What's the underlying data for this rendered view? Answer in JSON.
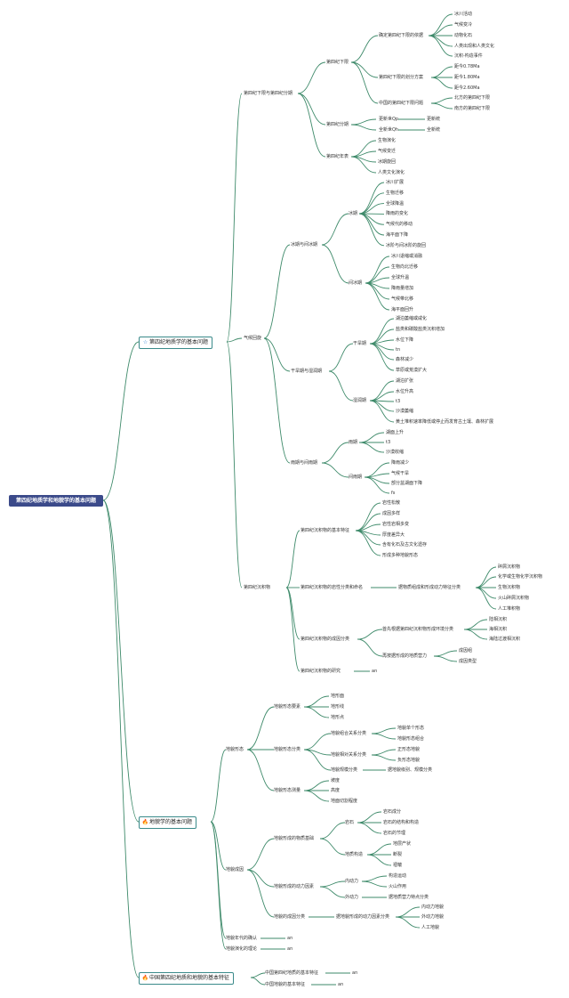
{
  "root": "第四纪地质学和地貌学的基本问题",
  "l1_quaternary": {
    "label": "第四纪地质学的基本问题",
    "icon": "star-icon"
  },
  "l1_geomorph": {
    "label": "地貌学的基本问题",
    "icon": "fire-icon"
  },
  "l1_china": {
    "label": "中国第四纪地质和地貌的基本特征",
    "icon": "fire-icon"
  },
  "q1": {
    "label": "第四纪下限与第四纪分期",
    "lower": {
      "label": "第四纪下限",
      "basis": {
        "label": "确定第四纪下限的依据",
        "items": [
          "冰川活动",
          "气候变冷",
          "动物化石",
          "人类出现和人类文化",
          "沉积-构造事件"
        ]
      },
      "schemes": {
        "label": "第四纪下限的划分方案",
        "items": [
          "距今0.78Ma",
          "距今1.80Ma",
          "距今2.60Ma"
        ]
      },
      "china": {
        "label": "中国的第四纪下限问题",
        "items": [
          "北方的第四纪下限",
          "南方的第四纪下限"
        ]
      }
    },
    "staging": {
      "label": "第四纪分期",
      "items": [
        {
          "a": "更新世Qp",
          "b": "更新统"
        },
        {
          "a": "全新世Qh",
          "b": "全新统"
        }
      ]
    },
    "chron": {
      "label": "第四纪年表",
      "items": [
        "生物演化",
        "气候变迁",
        "冰期旋回",
        "人类文化演化"
      ]
    }
  },
  "q2": {
    "label": "气候回旋",
    "glacial": {
      "label": "冰期与间冰期",
      "ice": {
        "label": "冰期",
        "items": [
          "冰川扩展",
          "生物迁移",
          "全球降温",
          "降雨的变化",
          "气候代的移动",
          "海平面下降",
          "冰阶与间冰阶的旋回"
        ]
      },
      "inter": {
        "label": "间冰期",
        "items": [
          "冰川退缩或消融",
          "生物向北迁移",
          "全球升温",
          "降雨量增加",
          "气候带北移",
          "海平面回升"
        ]
      }
    },
    "dry": {
      "label": "干旱期与湿润期",
      "arid": {
        "label": "干旱期",
        "items": [
          "湖泊萎缩或咸化",
          "盐类和碳酸盐类沉积增加",
          "水位下降",
          "tn",
          "森林减少",
          "草原或荒漠扩大"
        ]
      },
      "humid": {
        "label": "湿润期",
        "items": [
          "湖泊扩张",
          "水位升高",
          "t3",
          "沙漠萎缩",
          "黄土堆积速率降低或停止而发育古土壤、森林扩展"
        ]
      }
    },
    "rain": {
      "label": "雨期与间雨期",
      "rainy": {
        "label": "雨期",
        "items": [
          "湖面上升",
          "t3",
          "沙漠收缩"
        ]
      },
      "interrain": {
        "label": "间雨期",
        "items": [
          "降雨减少",
          "气候干旱",
          "部分盆湖面下降",
          "fs"
        ]
      }
    }
  },
  "q3": {
    "label": "第四纪沉积物",
    "basic": {
      "label": "第四纪沉积物的基本特征",
      "items": [
        "岩性松散",
        "成因多样",
        "岩性岩相多变",
        "厚度差异大",
        "含有化石及古文化遗存",
        "形成多种地貌形态"
      ]
    },
    "class": {
      "label": "第四纪沉积物的岩性分类和命名",
      "mid": "据物质组成和形成动力特征分类",
      "items": [
        "碎屑沉积物",
        "化学或生物化学沉积物",
        "生物沉积物",
        "火山碎屑沉积物",
        "人工堆积物"
      ]
    },
    "genesis": {
      "label": "第四纪沉积物的成因分类",
      "a": {
        "label": "首先根据第四纪沉积物形成环境分类",
        "items": [
          "陆相沉积",
          "海相沉积",
          "海陆过渡相沉积"
        ]
      },
      "b": {
        "label": "再按据形成的地质营力",
        "items": [
          "成因组",
          "成因类型"
        ]
      }
    },
    "research": {
      "label": "第四纪沉积物的研究",
      "tail": "an"
    }
  },
  "g1": {
    "label": "地貌形态",
    "elements": {
      "label": "地貌形态要素",
      "items": [
        "地形面",
        "地形线",
        "地形点"
      ]
    },
    "classify": {
      "label": "地貌形态分类",
      "combo": {
        "label": "地貌组合关系分类",
        "items": [
          "地貌单个形态",
          "地貌形态组合"
        ]
      },
      "relative": {
        "label": "地貌相对关系分类",
        "items": [
          "正形态地貌",
          "负形态地貌"
        ]
      },
      "scale": {
        "label": "地貌规模分类",
        "tail": "据地貌级别、规模分类"
      }
    },
    "measure": {
      "label": "地貌形态测量",
      "items": [
        "坡度",
        "高度",
        "地面切割程度"
      ]
    }
  },
  "g2": {
    "label": "地貌成因",
    "material": {
      "label": "地貌形成的物质基础",
      "rock": {
        "label": "岩石",
        "items": [
          "岩石成分",
          "岩石的结构和构造",
          "岩石的节理"
        ]
      },
      "struct": {
        "label": "地质构造",
        "items": [
          "地层产状",
          "断裂",
          "褶皱"
        ]
      }
    },
    "dynamic": {
      "label": "地貌形成的动力因素",
      "internal": {
        "label": "内动力",
        "items": [
          "构造运动",
          "火山作用"
        ]
      },
      "external": {
        "label": "外动力",
        "tail": "据地质营力特点分类"
      }
    },
    "genclass": {
      "label": "地貌的成因分类",
      "mid": "据地貌形成的动力因素分类",
      "items": [
        "内动力地貌",
        "外动力地貌",
        "人工地貌"
      ]
    }
  },
  "g3": {
    "label": "地貌年代的确认",
    "tail": "an"
  },
  "g4": {
    "label": "地貌演化的理论",
    "tail": "an"
  },
  "c1": {
    "label": "中国第四纪地质的基本特征",
    "tail": "an"
  },
  "c2": {
    "label": "中国地貌的基本特征",
    "tail": "an"
  }
}
